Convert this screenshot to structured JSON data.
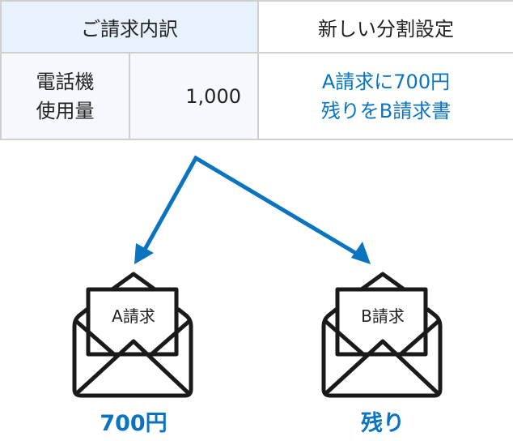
{
  "table": {
    "header_left": "ご請求内訳",
    "header_right": "新しい分割設定",
    "item_line1": "電話機",
    "item_line2": "使用量",
    "amount": "1,000",
    "setting_line1": "A請求に700円",
    "setting_line2": "残りをB請求書"
  },
  "envelopes": [
    {
      "letter": "A請求",
      "caption": "700円",
      "icon": "open-envelope-icon"
    },
    {
      "letter": "B請求",
      "caption": "残り",
      "icon": "open-envelope-icon"
    }
  ],
  "colors": {
    "accent": "#0a74c0",
    "header_bg": "#e8f2fc",
    "border": "#cfcfcf"
  }
}
